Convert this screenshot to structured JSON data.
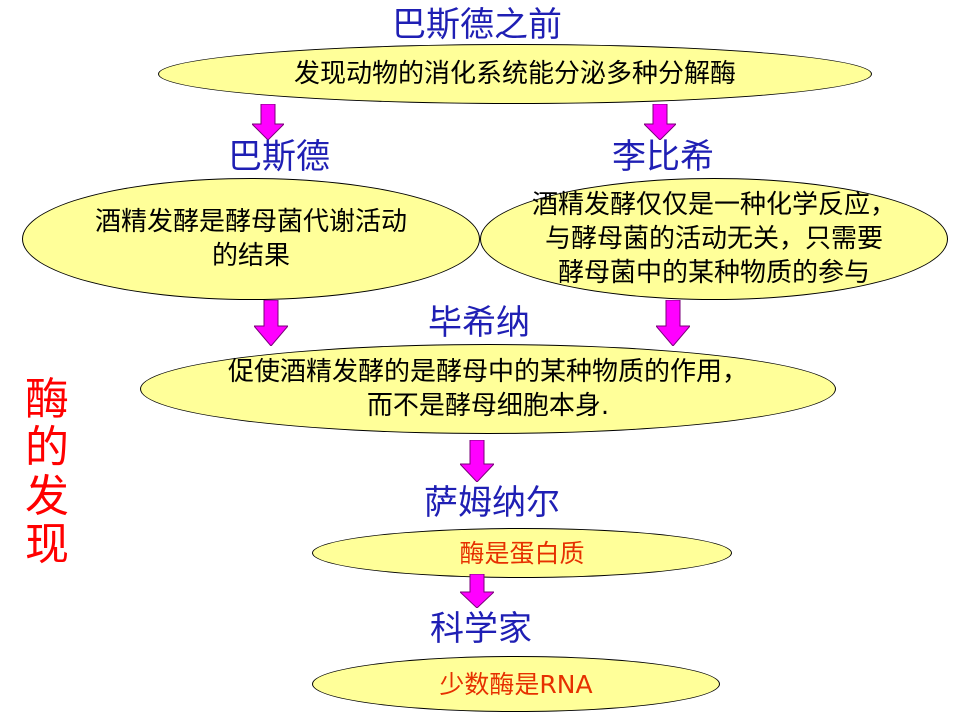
{
  "title_chars": [
    "酶",
    "的",
    "发",
    "现"
  ],
  "nodes": {
    "before_pasteur": {
      "label": "巴斯德之前",
      "text": "发现动物的消化系统能分泌多种分解酶"
    },
    "pasteur": {
      "label": "巴斯德",
      "lines": [
        "酒精发酵是酵母菌代谢活动",
        "的结果"
      ]
    },
    "liebig": {
      "label": "李比希",
      "lines": [
        "酒精发酵仅仅是一种化学反应，",
        "与酵母菌的活动无关，只需要",
        "酵母菌中的某种物质的参与"
      ]
    },
    "buchner": {
      "label": "毕希纳",
      "lines": [
        "促使酒精发酵的是酵母中的某种物质的作用，",
        "而不是酵母细胞本身."
      ]
    },
    "sumner": {
      "label": "萨姆纳尔",
      "text": "酶是蛋白质"
    },
    "scientists": {
      "label": "科学家",
      "text": "少数酶是RNA"
    }
  },
  "colors": {
    "label_blue": "#1f1fb4",
    "oval_fill": "#ffff99",
    "arrow_magenta": "#ff00ff",
    "title_red": "#ff0000",
    "result_text": "#e63000"
  }
}
